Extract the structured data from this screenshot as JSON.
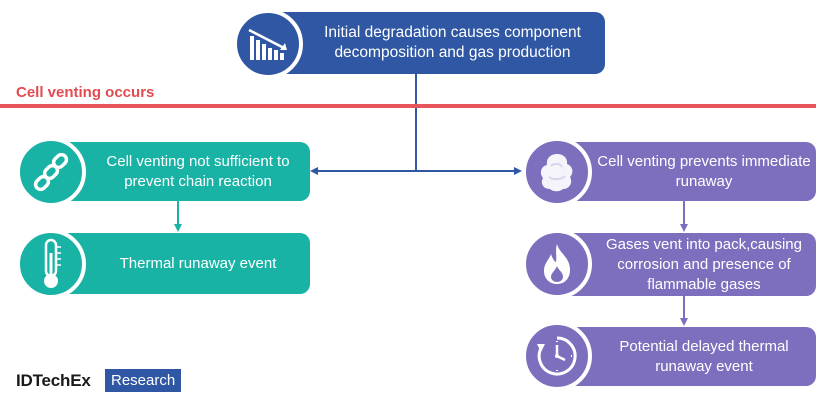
{
  "top": {
    "text": "Initial degradation causes component decomposition and gas production",
    "icon": "declining-bar-chart-icon"
  },
  "divider": {
    "label": "Cell venting occurs",
    "color": "#e8545b"
  },
  "left": [
    {
      "text": "Cell venting not sufficient to prevent chain reaction",
      "icon": "chain-icon"
    },
    {
      "text": "Thermal runaway event",
      "icon": "thermometer-icon"
    }
  ],
  "right": [
    {
      "text": "Cell venting prevents immediate runaway",
      "icon": "gas-cloud-icon"
    },
    {
      "text": "Gases vent into pack,causing corrosion and presence of flammable gases",
      "icon": "flame-icon"
    },
    {
      "text": "Potential delayed thermal runaway event",
      "icon": "clock-icon"
    }
  ],
  "logo": {
    "brand": "IDTechEx",
    "suffix": "Research"
  },
  "colors": {
    "blue": "#2f57a3",
    "teal": "#19b3a5",
    "purple": "#7d6fbe",
    "red": "#e8545b"
  }
}
